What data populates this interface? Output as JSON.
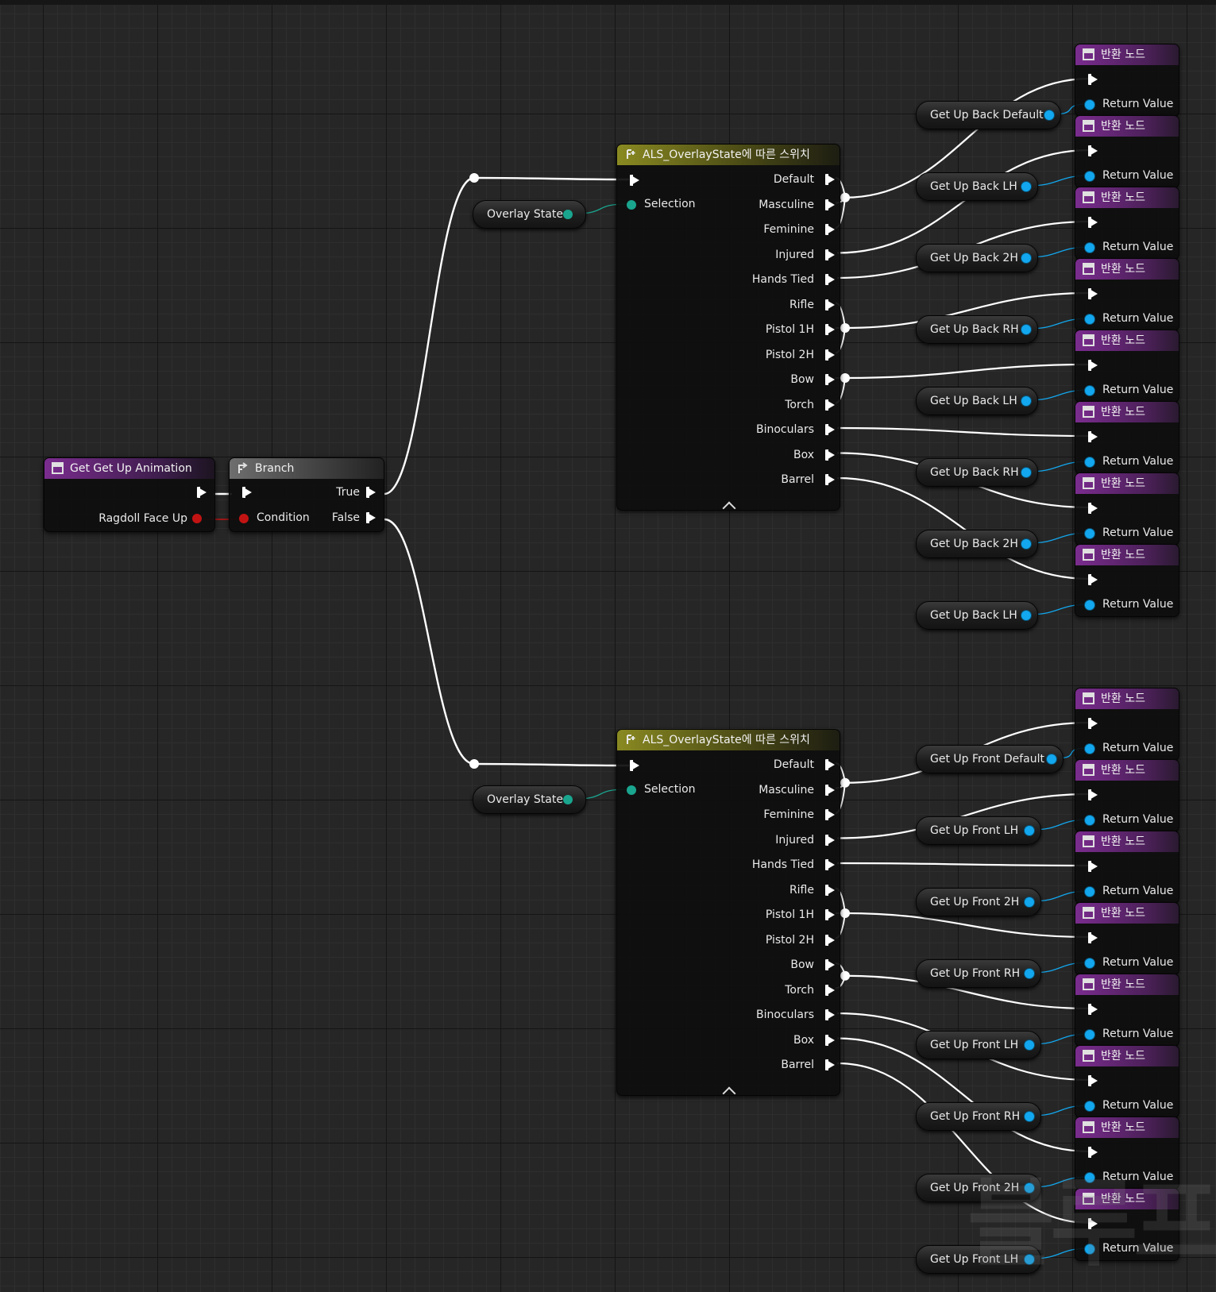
{
  "colors": {
    "exec": "#ffffff",
    "object_pin": "#12a7ee",
    "enum_pin": "#1aa58f",
    "bool_pin": "#c21313",
    "function_header": "#7a2c8e",
    "switch_header": "#8a8a22",
    "branch_header": "#6e6e6e"
  },
  "get_anim": {
    "title": "Get Get Up Animation",
    "icon": "function-icon",
    "output_label": "Ragdoll Face Up"
  },
  "branch": {
    "title": "Branch",
    "icon": "branch-icon",
    "condition_label": "Condition",
    "true_label": "True",
    "false_label": "False"
  },
  "switch_title": "ALS_OverlayState에 따른 스위치",
  "switch_selection": "Selection",
  "switch_outputs": [
    "Default",
    "Masculine",
    "Feminine",
    "Injured",
    "Hands Tied",
    "Rifle",
    "Pistol 1H",
    "Pistol 2H",
    "Bow",
    "Torch",
    "Binoculars",
    "Box",
    "Barrel"
  ],
  "overlay_state_label": "Overlay State",
  "return_node": {
    "title": "반환 노드",
    "return_label": "Return Value"
  },
  "back_getters": [
    "Get Up Back Default",
    "Get Up Back LH",
    "Get Up Back 2H",
    "Get Up Back RH",
    "Get Up Back LH",
    "Get Up Back RH",
    "Get Up Back 2H",
    "Get Up Back LH"
  ],
  "front_getters": [
    "Get Up Front Default",
    "Get Up Front LH",
    "Get Up Front 2H",
    "Get Up Front RH",
    "Get Up Front LH",
    "Get Up Front RH",
    "Get Up Front 2H",
    "Get Up Front LH"
  ],
  "watermark": "블루프"
}
